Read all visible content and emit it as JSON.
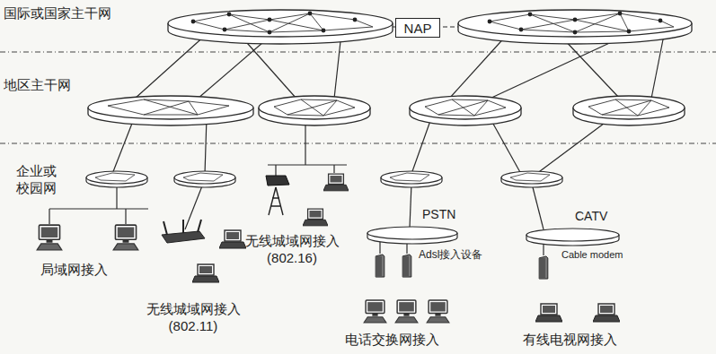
{
  "diagram": {
    "nodes": [
      {
        "text": [
          "NAP"
        ]
      },
      {
        "text": [
          "PSTN",
          "Adsl接入设备"
        ]
      },
      {
        "text": [
          "CATV",
          "Cable modem"
        ]
      }
    ],
    "labels": [
      "国际或国家主干网",
      "地区主干网",
      "企业或 校园网",
      "局域网接入",
      "无线城域网接入 (802.11)",
      "无线城域网接入 (802.16)",
      "电话交换网接入",
      "有线电视网接入"
    ]
  }
}
